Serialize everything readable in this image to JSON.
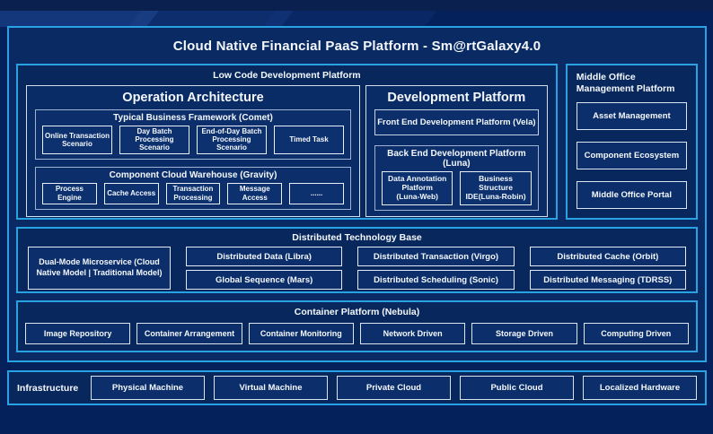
{
  "title": "Cloud Native Financial PaaS Platform - Sm@rtGalaxy4.0",
  "colors": {
    "background": "#04215c",
    "panel_fill": "#092a62",
    "accent_border": "#29a2e4",
    "item_border": "#e9eff9",
    "text": "#f4f8fd"
  },
  "low_code": {
    "label": "Low Code Development Platform",
    "operation": {
      "title": "Operation Architecture",
      "comet": {
        "title": "Typical Business Framework (Comet)",
        "items": [
          "Online Transaction Scenario",
          "Day Batch Processing Scenario",
          "End-of-Day Batch Processing Scenario",
          "Timed Task"
        ]
      },
      "gravity": {
        "title": "Component Cloud Warehouse (Gravity)",
        "items": [
          "Process Engine",
          "Cache Access",
          "Transaction Processing",
          "Message Access",
          "......"
        ]
      }
    },
    "development": {
      "title": "Development Platform",
      "front_end": "Front End Development Platform (Vela)",
      "back_end": {
        "title": "Back End Development Platform (Luna)",
        "items": [
          {
            "name": "Data Annotation Platform",
            "sub": "(Luna-Web)"
          },
          {
            "name": "Business Structure",
            "sub": "IDE(Luna-Robin)"
          }
        ]
      }
    }
  },
  "middle_office": {
    "title": "Middle Office Management Platform",
    "items": [
      "Asset Management",
      "Component Ecosystem",
      "Middle Office Portal"
    ]
  },
  "distributed": {
    "title": "Distributed Technology Base",
    "dual_mode": "Dual-Mode Microservice (Cloud Native Model | Traditional Model)",
    "row1": [
      "Distributed Data (Libra)",
      "Distributed Transaction (Virgo)",
      "Distributed Cache (Orbit)"
    ],
    "row2": [
      "Global Sequence (Mars)",
      "Distributed Scheduling (Sonic)",
      "Distributed Messaging (TDRSS)"
    ]
  },
  "container_platform": {
    "title": "Container Platform (Nebula)",
    "items": [
      "Image Repository",
      "Container Arrangement",
      "Container Monitoring",
      "Network Driven",
      "Storage Driven",
      "Computing Driven"
    ]
  },
  "infrastructure": {
    "title": "Infrastructure",
    "items": [
      "Physical Machine",
      "Virtual Machine",
      "Private Cloud",
      "Public Cloud",
      "Localized Hardware"
    ]
  }
}
